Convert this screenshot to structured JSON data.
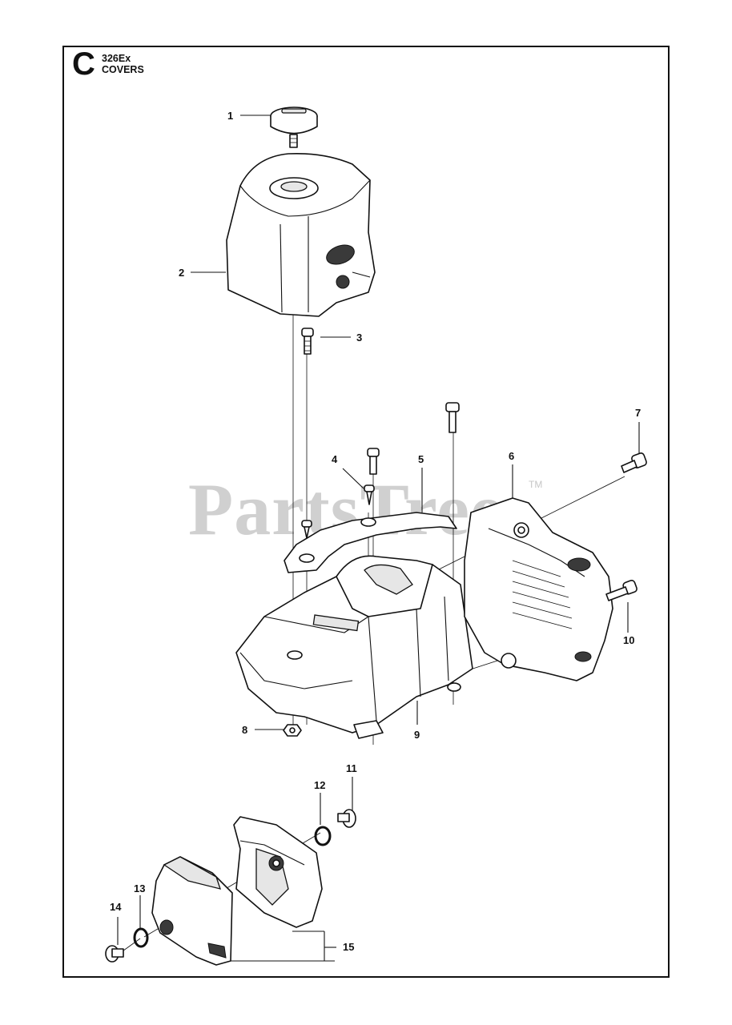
{
  "section": {
    "letter": "C",
    "model": "326Ex",
    "title": "COVERS"
  },
  "watermark": {
    "text": "PartsTree",
    "tm": "TM"
  },
  "callouts": [
    {
      "id": "1",
      "text": "1"
    },
    {
      "id": "2",
      "text": "2"
    },
    {
      "id": "3",
      "text": "3"
    },
    {
      "id": "4",
      "text": "4"
    },
    {
      "id": "5",
      "text": "5"
    },
    {
      "id": "6",
      "text": "6"
    },
    {
      "id": "7",
      "text": "7"
    },
    {
      "id": "8",
      "text": "8"
    },
    {
      "id": "9",
      "text": "9"
    },
    {
      "id": "10",
      "text": "10"
    },
    {
      "id": "11",
      "text": "11"
    },
    {
      "id": "12",
      "text": "12"
    },
    {
      "id": "13",
      "text": "13"
    },
    {
      "id": "14",
      "text": "14"
    },
    {
      "id": "15",
      "text": "15"
    }
  ]
}
